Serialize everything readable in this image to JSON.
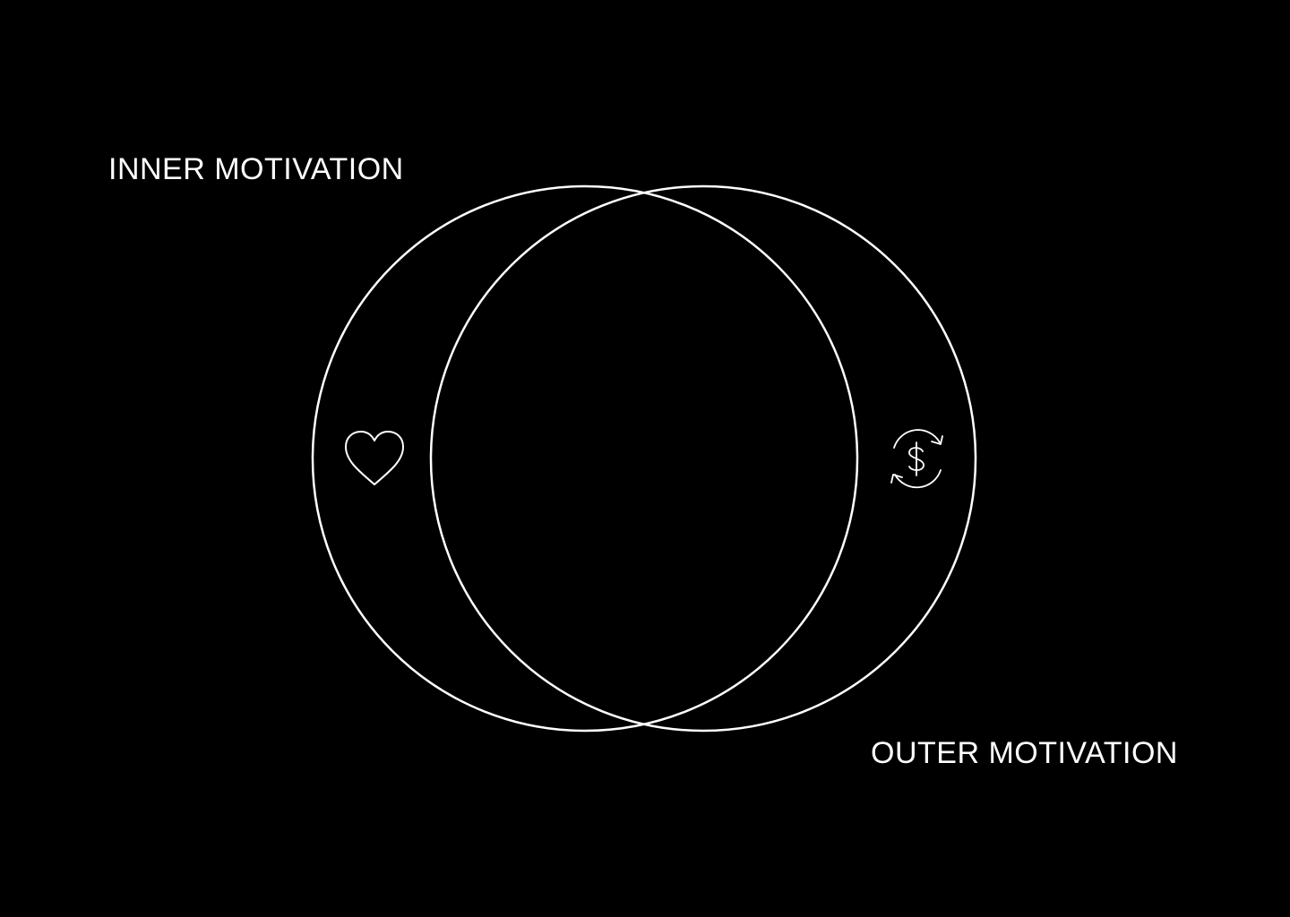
{
  "diagram": {
    "type": "venn",
    "sets": [
      {
        "label": "INNER MOTIVATION",
        "icon": "heart-icon"
      },
      {
        "label": "OUTER MOTIVATION",
        "icon": "dollar-cycle-icon"
      }
    ]
  },
  "colors": {
    "background": "#000000",
    "stroke": "#ffffff",
    "text": "#ffffff"
  }
}
